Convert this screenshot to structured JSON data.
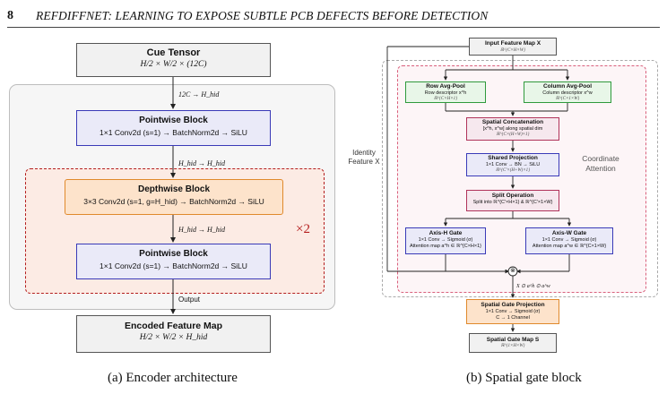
{
  "header": {
    "page_number": "8",
    "running_title": "REFDIFFNET: LEARNING TO EXPOSE SUBTLE PCB DEFECTS BEFORE DETECTION"
  },
  "fig_a": {
    "caption": "(a) Encoder architecture",
    "cue_tensor": {
      "title": "Cue Tensor",
      "dims": "H/2 × W/2 × (12C)"
    },
    "label_in": "12C → H_hid",
    "pointwise1": {
      "title": "Pointwise Block",
      "desc": "1×1 Conv2d (s=1) → BatchNorm2d → SiLU"
    },
    "label_mid1": "H_hid → H_hid",
    "depthwise": {
      "title": "Depthwise Block",
      "desc": "3×3 Conv2d (s=1, g=H_hid) → BatchNorm2d → SiLU"
    },
    "label_mid2": "H_hid → H_hid",
    "pointwise2": {
      "title": "Pointwise Block",
      "desc": "1×1 Conv2d (s=1) → BatchNorm2d → SiLU"
    },
    "repeat": "×2",
    "output_label": "Output",
    "encoded": {
      "title": "Encoded Feature Map",
      "dims": "H/2 × W/2 × H_hid"
    }
  },
  "fig_b": {
    "caption": "(b) Spatial gate block",
    "input": {
      "title": "Input Feature Map X",
      "dims": "ℝ^{C×H×W}"
    },
    "identity": {
      "line1": "Identity",
      "line2": "Feature X"
    },
    "row_pool": {
      "title": "Row Avg-Pool",
      "line1": "Row descriptor x^h",
      "line2": "ℝ^{C×H×1}"
    },
    "col_pool": {
      "title": "Column Avg-Pool",
      "line1": "Column descriptor x^w",
      "line2": "ℝ^{C×1×W}"
    },
    "concat": {
      "title": "Spatial Concatenation",
      "line1": "[x^h, x^w] along spatial dim",
      "line2": "ℝ^{C×(H+W)×1}"
    },
    "shared": {
      "title": "Shared Projection",
      "line1": "1×1 Conv → BN → SiLU",
      "line2": "ℝ^{C'×(H+W)×1}"
    },
    "coord": {
      "line1": "Coordinate",
      "line2": "Attention"
    },
    "split": {
      "title": "Split Operation",
      "line1": "Split into ℝ^{C'×H×1} & ℝ^{C'×1×W}"
    },
    "axis_h": {
      "title": "Axis-H Gate",
      "line1": "1×1 Conv → Sigmoid (σ)",
      "line2": "Attention map a^h ∈ ℝ^{C×H×1}"
    },
    "axis_w": {
      "title": "Axis-W Gate",
      "line1": "1×1 Conv → Sigmoid (σ)",
      "line2": "Attention map a^w ∈ ℝ^{C×1×W}"
    },
    "mult_symbol": "⊗",
    "mult_label": "X ⊙ a^h ⊙ a^w",
    "gate_proj": {
      "title": "Spatial Gate Projection",
      "line1": "1×1 Conv → Sigmoid (σ)",
      "line2": "C → 1 Channel"
    },
    "output": {
      "title": "Spatial Gate Map S",
      "dims": "ℝ^{1×H×W}"
    }
  },
  "colors": {
    "blue_fill": "#eaeaf8",
    "blue_border": "#3a3ab8",
    "orange_fill": "#fde3cb",
    "orange_border": "#e0892c",
    "green_fill": "#e8f6e8",
    "green_border": "#2f9a3c",
    "pink_fill": "#f6e8ee",
    "pink_border": "#b0335a",
    "red_dash": "#b41e1e",
    "pink_dash": "#d9607c"
  }
}
